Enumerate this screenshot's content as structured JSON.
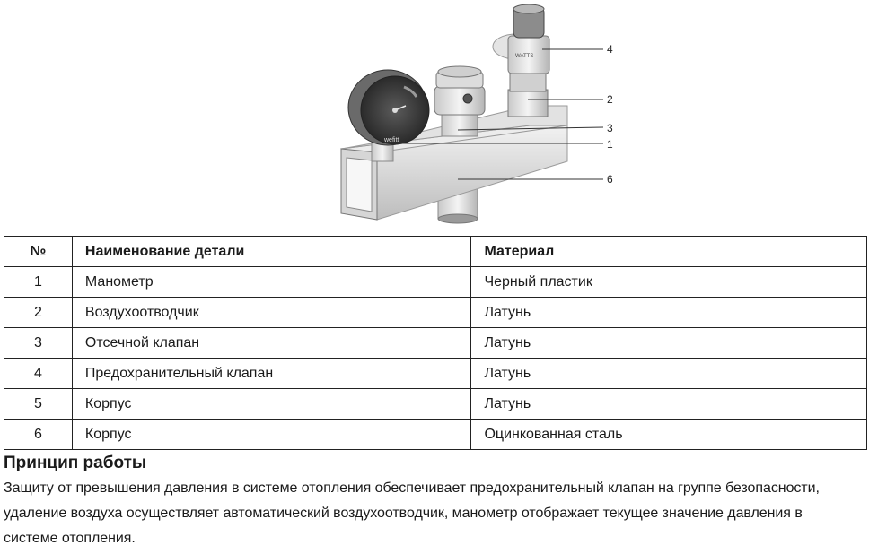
{
  "figure": {
    "callouts": [
      "4",
      "2",
      "3",
      "1",
      "6"
    ],
    "gauge_brand": "wefitt",
    "valve_brand": "WATTS"
  },
  "table": {
    "headers": {
      "num": "№",
      "name": "Наименование детали",
      "material": "Материал"
    },
    "rows": [
      {
        "num": "1",
        "name": "Манометр",
        "material": "Черный пластик"
      },
      {
        "num": "2",
        "name": "Воздухоотводчик",
        "material": "Латунь"
      },
      {
        "num": "3",
        "name": "Отсечной клапан",
        "material": "Латунь"
      },
      {
        "num": "4",
        "name": "Предохранительный клапан",
        "material": "Латунь"
      },
      {
        "num": "5",
        "name": "Корпус",
        "material": "Латунь"
      },
      {
        "num": "6",
        "name": "Корпус",
        "material": "Оцинкованная сталь"
      }
    ]
  },
  "section": {
    "title": "Принцип работы",
    "lines": [
      "Защиту от превышения давления в системе отопления обеспечивает предохранительный клапан на группе безопасности,",
      "удаление воздуха осуществляет автоматический воздухоотводчик, манометр отображает текущее значение давления в",
      "системе отопления."
    ]
  }
}
